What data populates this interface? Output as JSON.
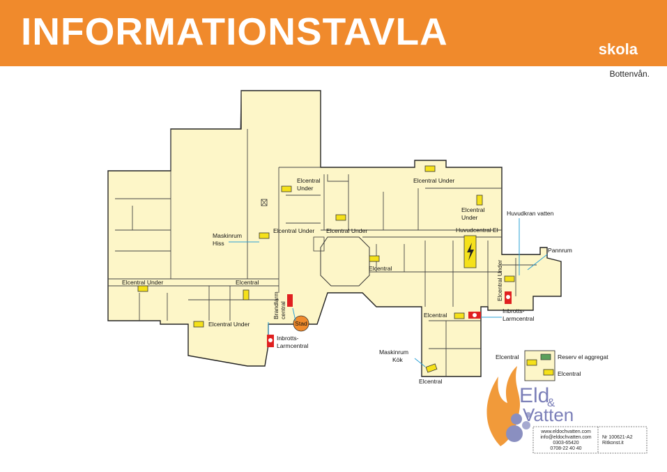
{
  "header": {
    "title": "INFORMATIONSTAVLA",
    "subtitle": "skola",
    "floor": "Bottenvån."
  },
  "labels": {
    "ec_under_mid_1": "Elcentral",
    "ec_under_mid_2": "Under",
    "ec_under_top": "Elcentral Under",
    "ec_under_right_1": "Elcentral",
    "ec_under_right_2": "Under",
    "huvudkran": "Huvudkran vatten",
    "maskinrum_hiss_1": "Maskinrum",
    "maskinrum_hiss_2": "Hiss",
    "ec_under_c1": "Elcentral Under",
    "ec_under_c2": "Elcentral Under",
    "huvudcentral": "Huvudcentral El",
    "pannrum": "Pannrum",
    "ec_mid": "Elcentral",
    "ec_under_vertical": "Elcentral Under",
    "ec_under_left": "Elcentral Under",
    "ec_left2": "Elcentral",
    "brandlarm_1": "Brandlarm",
    "brandlarm_2": "central",
    "ec_under_bottom": "Elcentral Under",
    "inbrott_left_1": "Inbrotts-",
    "inbrott_left_2": "Larmcentral",
    "ec_near_inbrott": "Elcentral",
    "inbrott_right_1": "Inbrotts-",
    "inbrott_right_2": "Larmcentral",
    "maskinrum_kok_1": "Maskinrum",
    "maskinrum_kok_2": "Kök",
    "ec_kok": "Elcentral",
    "sprinkler_valve": "Stad"
  },
  "legend": {
    "elcentral": "Elcentral",
    "reserv": "Reserv el aggregat",
    "elcentral2": "Elcentral"
  },
  "logo": {
    "line1": "Eld",
    "amp": "&",
    "line2": "Vatten"
  },
  "contact": {
    "web": "www.eldochvatten.com",
    "email": "info@eldochvatten.com",
    "phone1": "0303-65420",
    "phone2": "0708-22 40 40",
    "doc_no": "Nr 100621-A2",
    "doc_type": "Ritkonst.it"
  },
  "colors": {
    "header": "#f08a2c",
    "floor_fill": "#fdf6c8",
    "elcentral_yellow": "#f5e11a",
    "alarm_red": "#e02020",
    "lead_blue": "#2aa0d6",
    "reserv_green": "#5aa05a",
    "flame_orange": "#f19a3a",
    "bubble_purple": "#8a8fc0"
  }
}
